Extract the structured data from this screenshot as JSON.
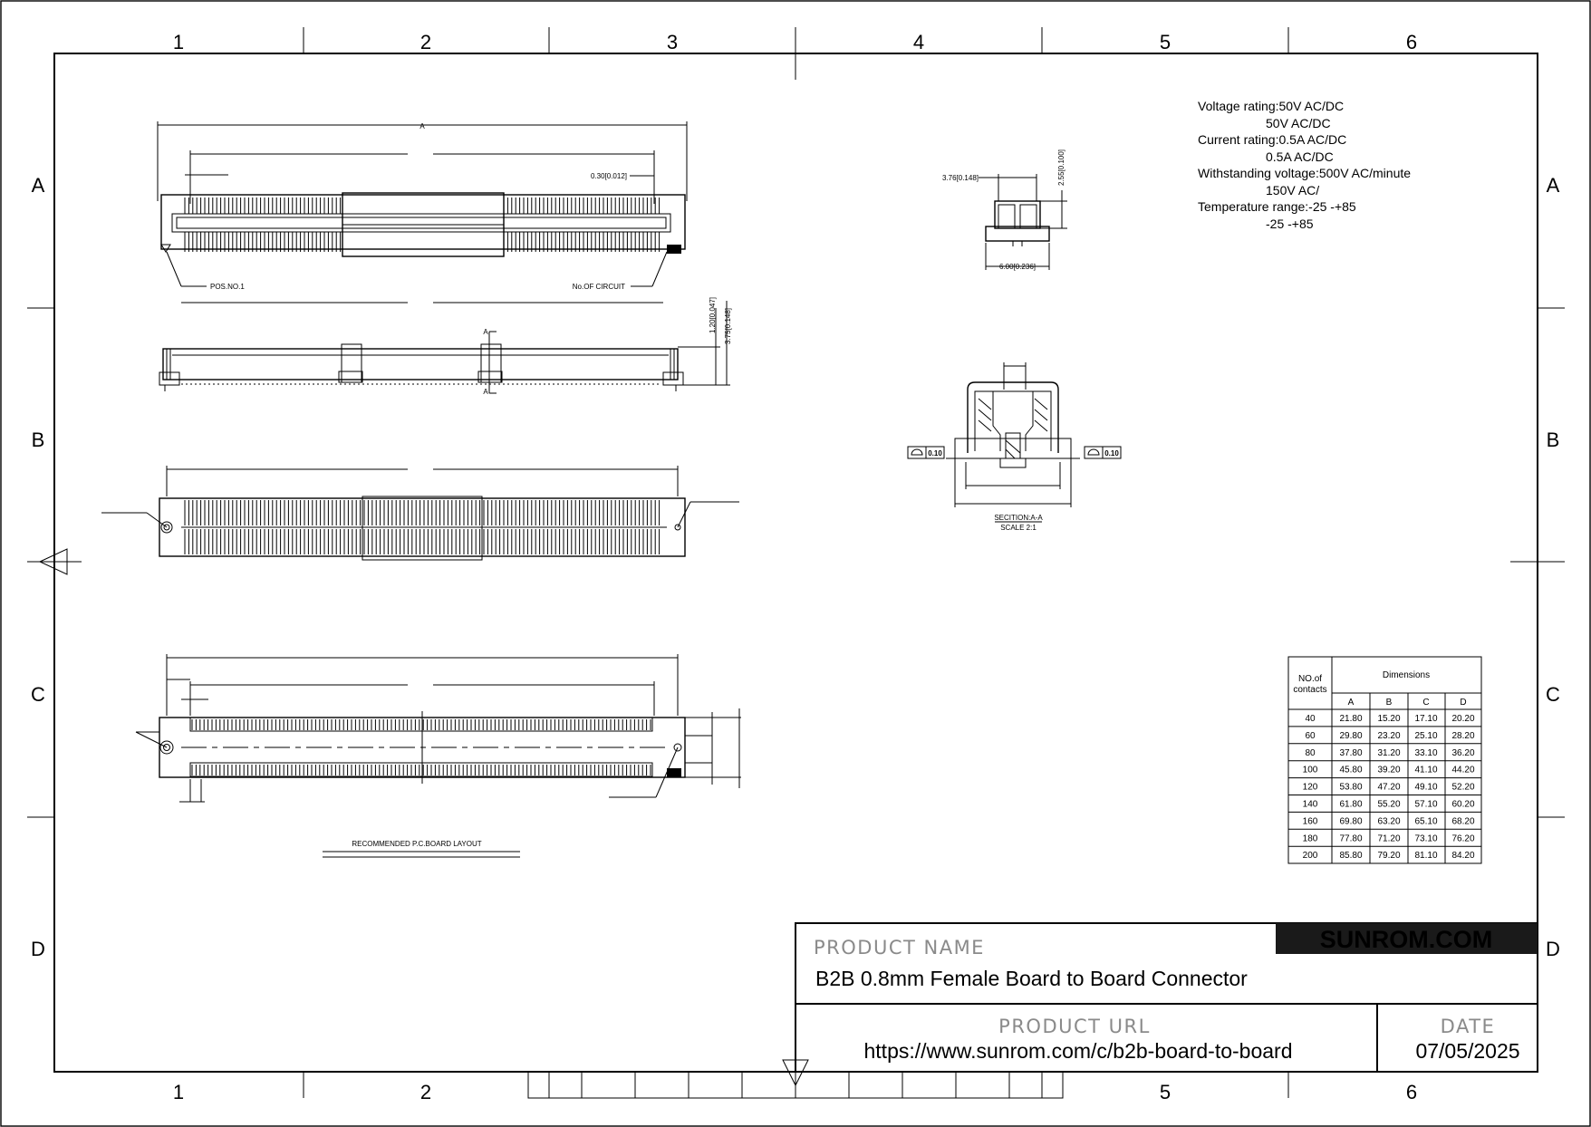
{
  "zones": {
    "columns": [
      "1",
      "2",
      "3",
      "4",
      "5",
      "6"
    ],
    "rows": [
      "A",
      "B",
      "C",
      "D"
    ]
  },
  "dimensions": {
    "a_label": "A",
    "pitch": "0.30[0.012]",
    "pos_no": "POS.NO.1",
    "no_of_circuit": "No.OF CIRCUIT",
    "section_mark": "A",
    "height_1": "1.20[0.047]",
    "height_2": "3.75[0.148]",
    "side_width_top": "3.76[0.148]",
    "side_height": "2.55[0.100]",
    "side_width_bottom": "6.00[0.236]",
    "flatness": "0.10",
    "section_title": "SECITION:A-A",
    "section_scale": "SCALE  2:1",
    "pcb_layout": "RECOMMENDED  P.C.BOARD  LAYOUT"
  },
  "specs": [
    "Voltage rating:50V AC/DC",
    "50V AC/DC",
    "Current rating:0.5A AC/DC",
    "0.5A AC/DC",
    "Withstanding voltage:500V AC/minute",
    "150V AC/",
    "Temperature range:-25    -+85",
    "-25    -+85"
  ],
  "table": {
    "header_contacts_1": "NO.of",
    "header_contacts_2": "contacts",
    "header_dimensions": "Dimensions",
    "columns": [
      "A",
      "B",
      "C",
      "D"
    ],
    "rows": [
      [
        "40",
        "21.80",
        "15.20",
        "17.10",
        "20.20"
      ],
      [
        "60",
        "29.80",
        "23.20",
        "25.10",
        "28.20"
      ],
      [
        "80",
        "37.80",
        "31.20",
        "33.10",
        "36.20"
      ],
      [
        "100",
        "45.80",
        "39.20",
        "41.10",
        "44.20"
      ],
      [
        "120",
        "53.80",
        "47.20",
        "49.10",
        "52.20"
      ],
      [
        "140",
        "61.80",
        "55.20",
        "57.10",
        "60.20"
      ],
      [
        "160",
        "69.80",
        "63.20",
        "65.10",
        "68.20"
      ],
      [
        "180",
        "77.80",
        "71.20",
        "73.10",
        "76.20"
      ],
      [
        "200",
        "85.80",
        "79.20",
        "81.10",
        "84.20"
      ]
    ]
  },
  "title_block": {
    "brand": "SUNROM.COM",
    "brand_color": "#f26522",
    "product_name_label": "PRODUCT NAME",
    "product_name": "B2B 0.8mm Female Board to Board Connector",
    "product_url_label": "PRODUCT URL",
    "product_url": "https://www.sunrom.com/c/b2b-board-to-board",
    "date_label": "DATE",
    "date": "07/05/2025"
  }
}
